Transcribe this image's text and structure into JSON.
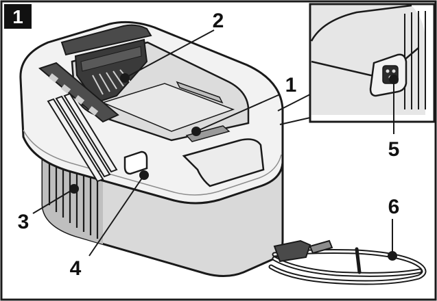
{
  "figure": {
    "number": "1",
    "colors": {
      "outline": "#1a1a1a",
      "body_light": "#f2f2f2",
      "body_mid": "#d9d9d9",
      "body_dark": "#a6a6a6",
      "slot_dark": "#3a3a3a",
      "badge_bg": "#111111",
      "badge_text": "#ffffff"
    }
  },
  "callouts": [
    {
      "id": "charging-slot",
      "number": "1"
    },
    {
      "id": "battery-contacts",
      "number": "2"
    },
    {
      "id": "ventilation-slots",
      "number": "3"
    },
    {
      "id": "charge-indicator",
      "number": "4"
    },
    {
      "id": "power-socket",
      "number": "5"
    },
    {
      "id": "power-cord",
      "number": "6"
    }
  ]
}
